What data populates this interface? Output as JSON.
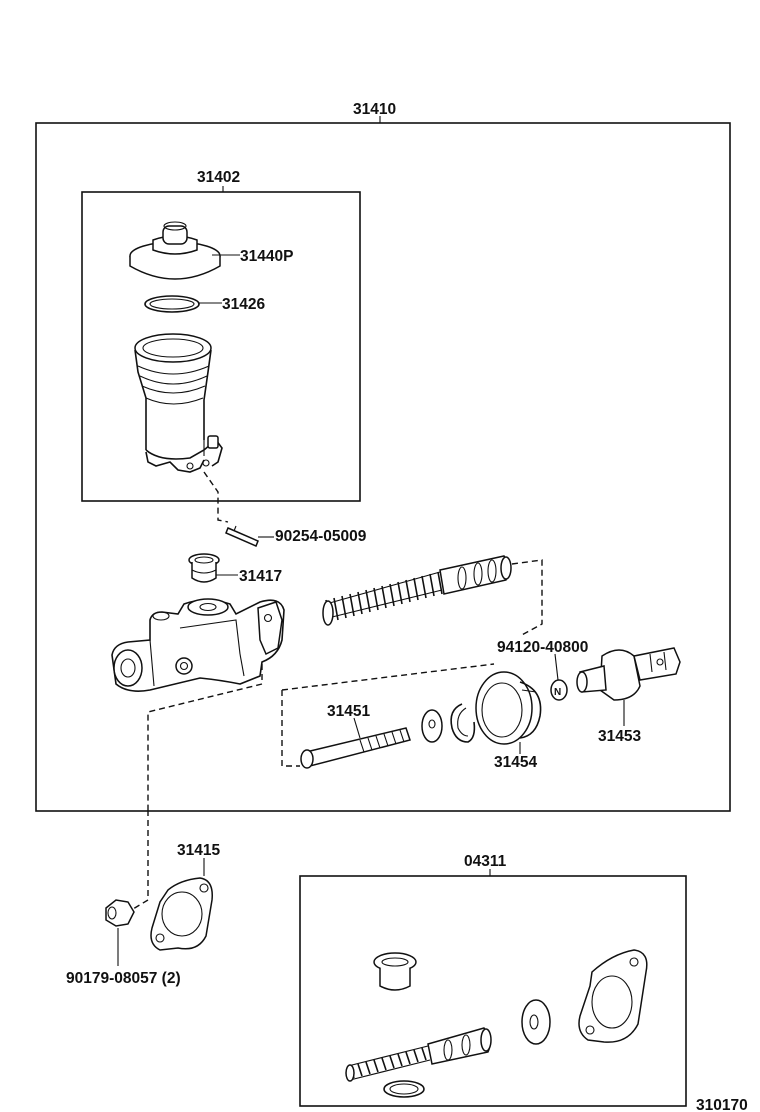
{
  "parts": {
    "assembly": "31410",
    "reservoir_set": "31402",
    "reservoir_cap": "31440P",
    "cap_gasket": "31426",
    "reservoir_pin": "90254-05009",
    "grommet": "31417",
    "cylinder_body_hint": "94120-40800",
    "push_rod": "31451",
    "piston_kit_boot": "31454",
    "clevis": "31453",
    "gasket": "31415",
    "nut": "90179-08057 (2)",
    "repair_kit": "04311",
    "ref_code": "310170"
  }
}
